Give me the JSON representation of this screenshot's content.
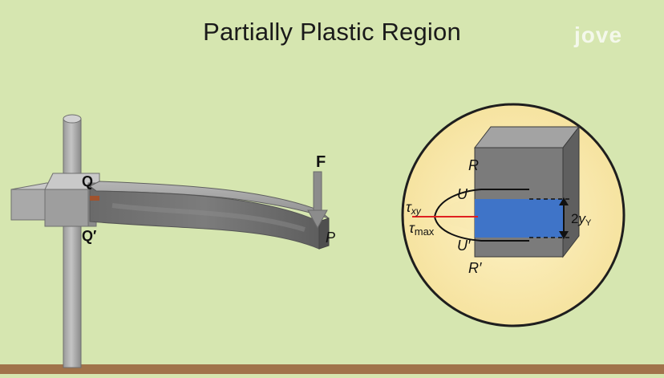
{
  "title": "Partially Plastic Region",
  "logo_text": "jove",
  "labels": {
    "force": "F",
    "point_p": "P",
    "point_q": "Q",
    "point_q_prime": "Q′",
    "point_r": "R",
    "point_r_prime": "R′",
    "point_u": "U",
    "point_u_prime": "U′",
    "tau": "τ",
    "tau_xy_sub": "xy",
    "tau_max_sub": "max",
    "height_coef": "2",
    "height_var": "y",
    "height_sub": "Y"
  },
  "colors": {
    "background": "#d6e6b0",
    "floor": "#a0734a",
    "metal": "#8c8c8c",
    "beam": "#7a7a7a",
    "plastic_region": "#3f74c8",
    "stress_line": "#e02020",
    "magnifier": "#fbeeb6"
  }
}
